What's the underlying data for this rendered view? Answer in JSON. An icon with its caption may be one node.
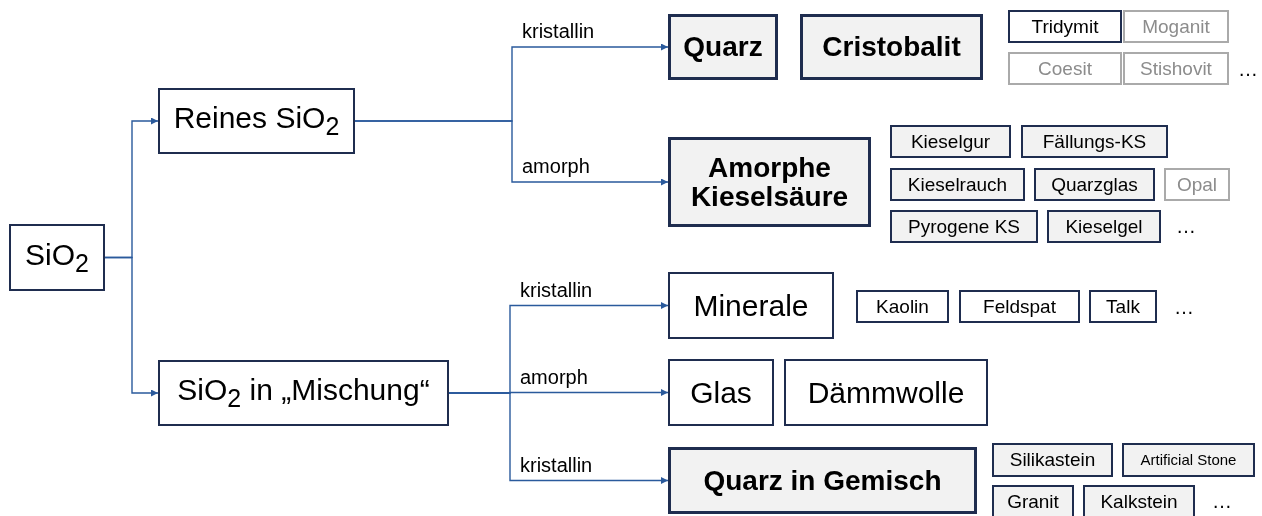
{
  "diagram": {
    "nodes": [
      {
        "text": [
          "SiO$_{2}$"
        ]
      },
      {
        "text": [
          "Reines SiO$_{2}$"
        ]
      },
      {
        "text": [
          "SiO$_{2}$ in „Mischung“"
        ]
      },
      {
        "text": [
          "Quarz"
        ]
      },
      {
        "text": [
          "Cristobalit"
        ]
      },
      {
        "text": [
          "Tridymit"
        ]
      },
      {
        "text": [
          "Moganit"
        ]
      },
      {
        "text": [
          "Coesit"
        ]
      },
      {
        "text": [
          "Stishovit"
        ]
      },
      {
        "text": [
          "Amorphe Kieselsäure"
        ]
      },
      {
        "text": [
          "Kieselgur"
        ]
      },
      {
        "text": [
          "Fällungs-KS"
        ]
      },
      {
        "text": [
          "Kieselrauch"
        ]
      },
      {
        "text": [
          "Quarzglas"
        ]
      },
      {
        "text": [
          "Opal"
        ]
      },
      {
        "text": [
          "Pyrogene KS"
        ]
      },
      {
        "text": [
          "Kieselgel"
        ]
      },
      {
        "text": [
          "Minerale"
        ]
      },
      {
        "text": [
          "Kaolin"
        ]
      },
      {
        "text": [
          "Feldspat"
        ]
      },
      {
        "text": [
          "Talk"
        ]
      },
      {
        "text": [
          "Glas"
        ]
      },
      {
        "text": [
          "Dämmwolle"
        ]
      },
      {
        "text": [
          "Quarz in Gemisch"
        ]
      },
      {
        "text": [
          "Silikastein"
        ]
      },
      {
        "text": [
          "Artificial Stone"
        ]
      },
      {
        "text": [
          "Granit"
        ]
      },
      {
        "text": [
          "Kalkstein"
        ]
      }
    ],
    "edges": [
      {
        "from": 0,
        "to": 1,
        "arrow": "to"
      },
      {
        "from": 0,
        "to": 2,
        "arrow": "to"
      },
      {
        "from": 1,
        "to": 3,
        "arrow": "to",
        "label": "kristallin"
      },
      {
        "from": 1,
        "to": 9,
        "arrow": "to",
        "label": "amorph"
      },
      {
        "from": 2,
        "to": 17,
        "arrow": "to",
        "label": "kristallin"
      },
      {
        "from": 2,
        "to": 21,
        "arrow": "to",
        "label": "amorph"
      },
      {
        "from": 2,
        "to": 23,
        "arrow": "to",
        "label": "kristallin"
      }
    ],
    "labels": [
      "…",
      "…",
      "…",
      "…"
    ]
  }
}
